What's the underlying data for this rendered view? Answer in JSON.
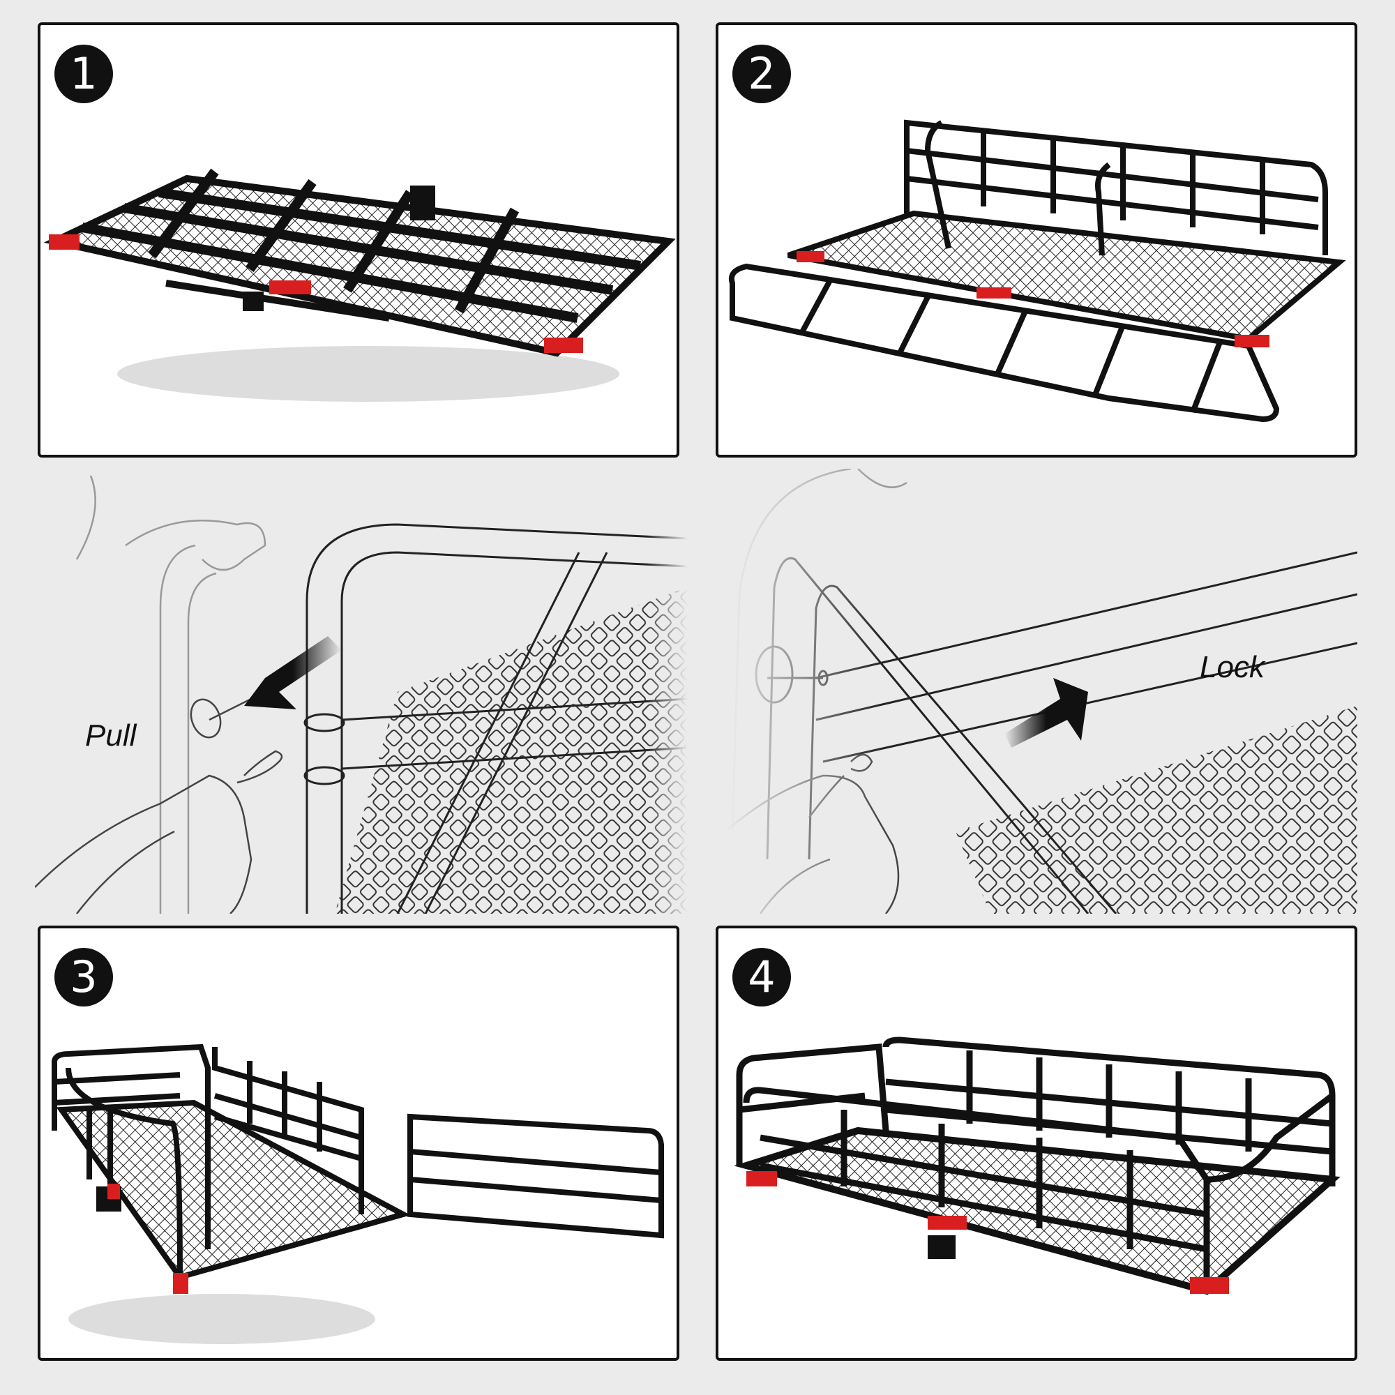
{
  "steps": [
    {
      "number": "1"
    },
    {
      "number": "2"
    },
    {
      "number": "3"
    },
    {
      "number": "4"
    }
  ],
  "details": {
    "pull_label": "Pull",
    "lock_label": "Lock"
  },
  "colors": {
    "frame": "#111111",
    "reflector": "#d81e1e",
    "background": "#ebebeb",
    "sketch": "#555555"
  }
}
